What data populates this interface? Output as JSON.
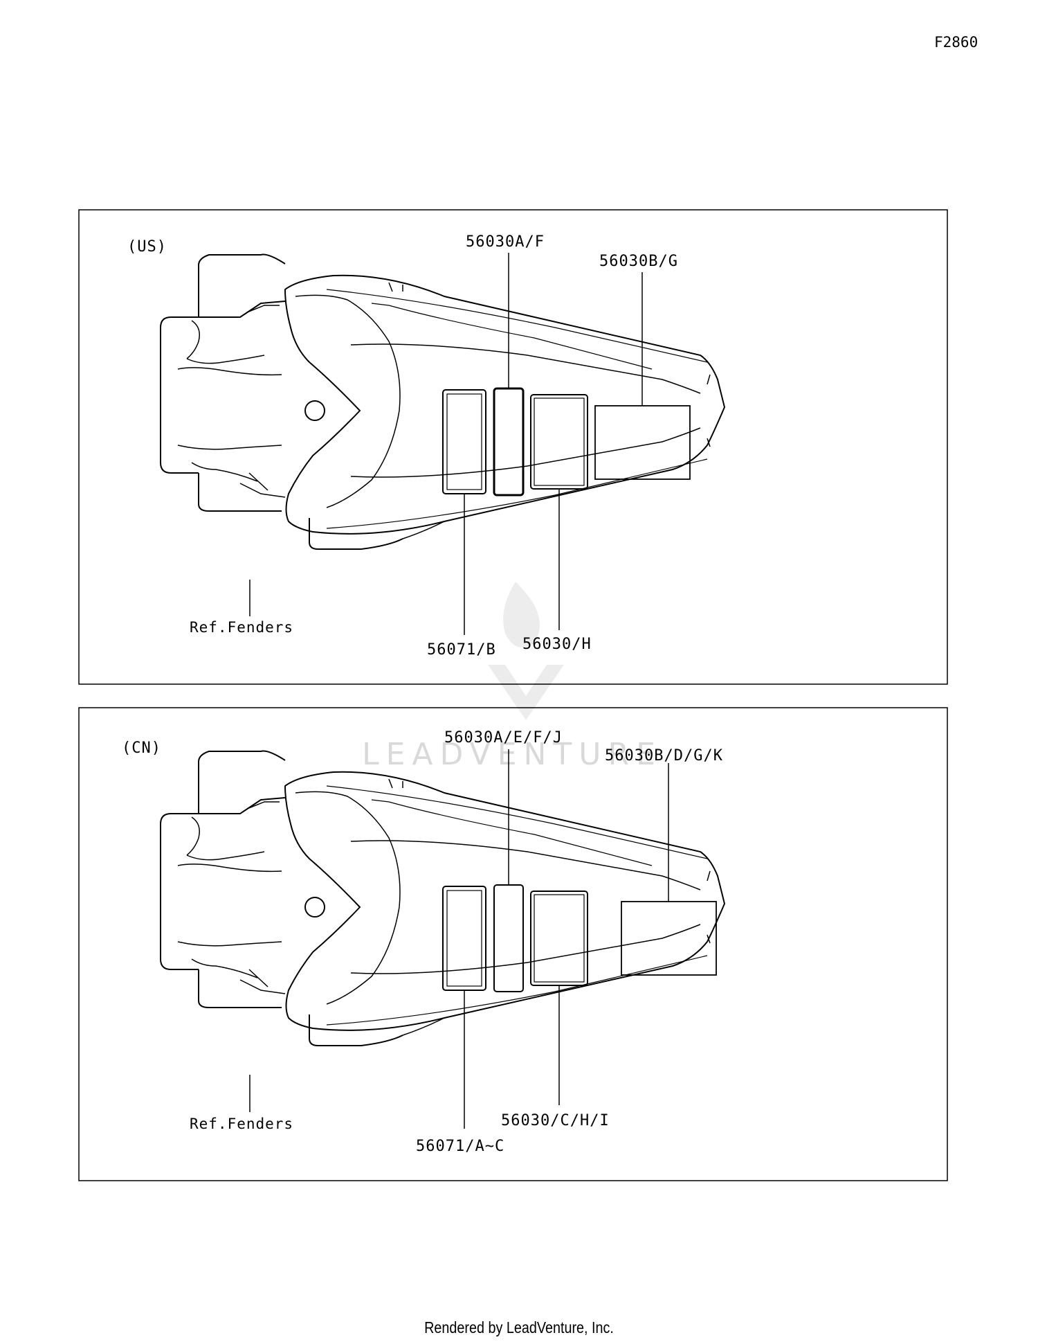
{
  "figure_id": "F2860",
  "footer": "Rendered by LeadVenture, Inc.",
  "watermark": "LEADVENTURE",
  "panels": [
    {
      "region": "(US)",
      "callouts": {
        "upper_left": "56030A/F",
        "upper_right": "56030B/G",
        "lower_left": "56071/B",
        "lower_right": "56030/H"
      },
      "ref": "Ref.Fenders"
    },
    {
      "region": "(CN)",
      "callouts": {
        "upper_left": "56030A/E/F/J",
        "upper_right": "56030B/D/G/K",
        "lower_left": "56071/A~C",
        "lower_right": "56030/C/H/I"
      },
      "ref": "Ref.Fenders"
    }
  ]
}
